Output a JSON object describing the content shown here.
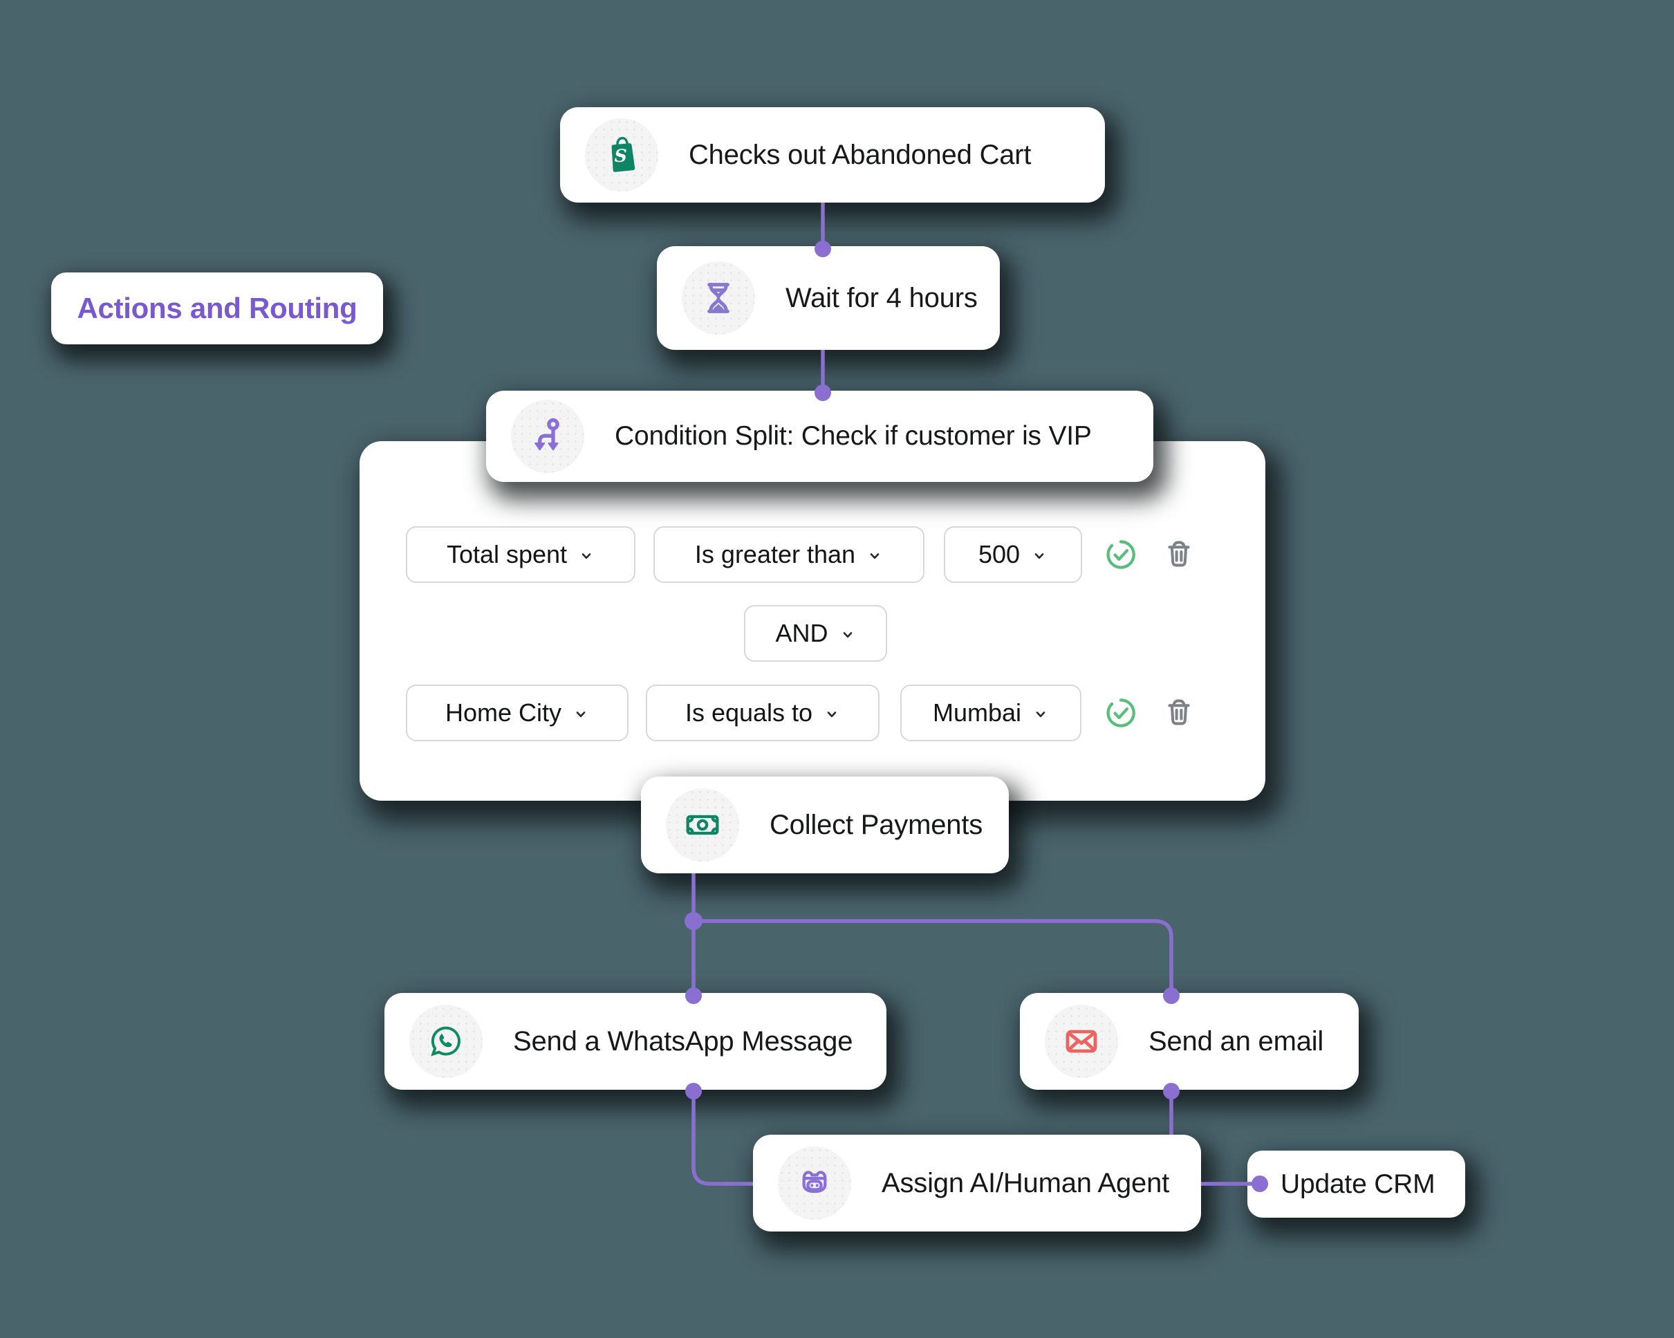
{
  "page": {
    "background": "#4A646C"
  },
  "badge": {
    "label": "Actions and Routing",
    "color": "#7859CE"
  },
  "flow": {
    "checkout": {
      "label": "Checks out Abandoned Cart"
    },
    "wait": {
      "label": "Wait for 4 hours"
    },
    "condition": {
      "label": "Condition Split: Check if customer is VIP"
    },
    "collect_payments": {
      "label": "Collect Payments"
    },
    "whatsapp": {
      "label": "Send a WhatsApp Message"
    },
    "email": {
      "label": "Send an email"
    },
    "assign_agent": {
      "label": "Assign AI/Human Agent"
    },
    "update_crm": {
      "label": "Update CRM"
    }
  },
  "condition_builder": {
    "logic_operator": "AND",
    "rows": [
      {
        "field": "Total spent",
        "operator": "Is greater than",
        "value": "500"
      },
      {
        "field": "Home City",
        "operator": "Is equals to",
        "value": "Mumbai"
      }
    ]
  },
  "colors": {
    "connector_purple": "#8A6FD0",
    "icon_purple": "#8A70D6",
    "shopify_green": "#0E8565",
    "whatsapp_green": "#0F8A62",
    "email_red": "#EC6460",
    "check_green": "#57BE7B",
    "trash_gray": "#7E8287"
  }
}
